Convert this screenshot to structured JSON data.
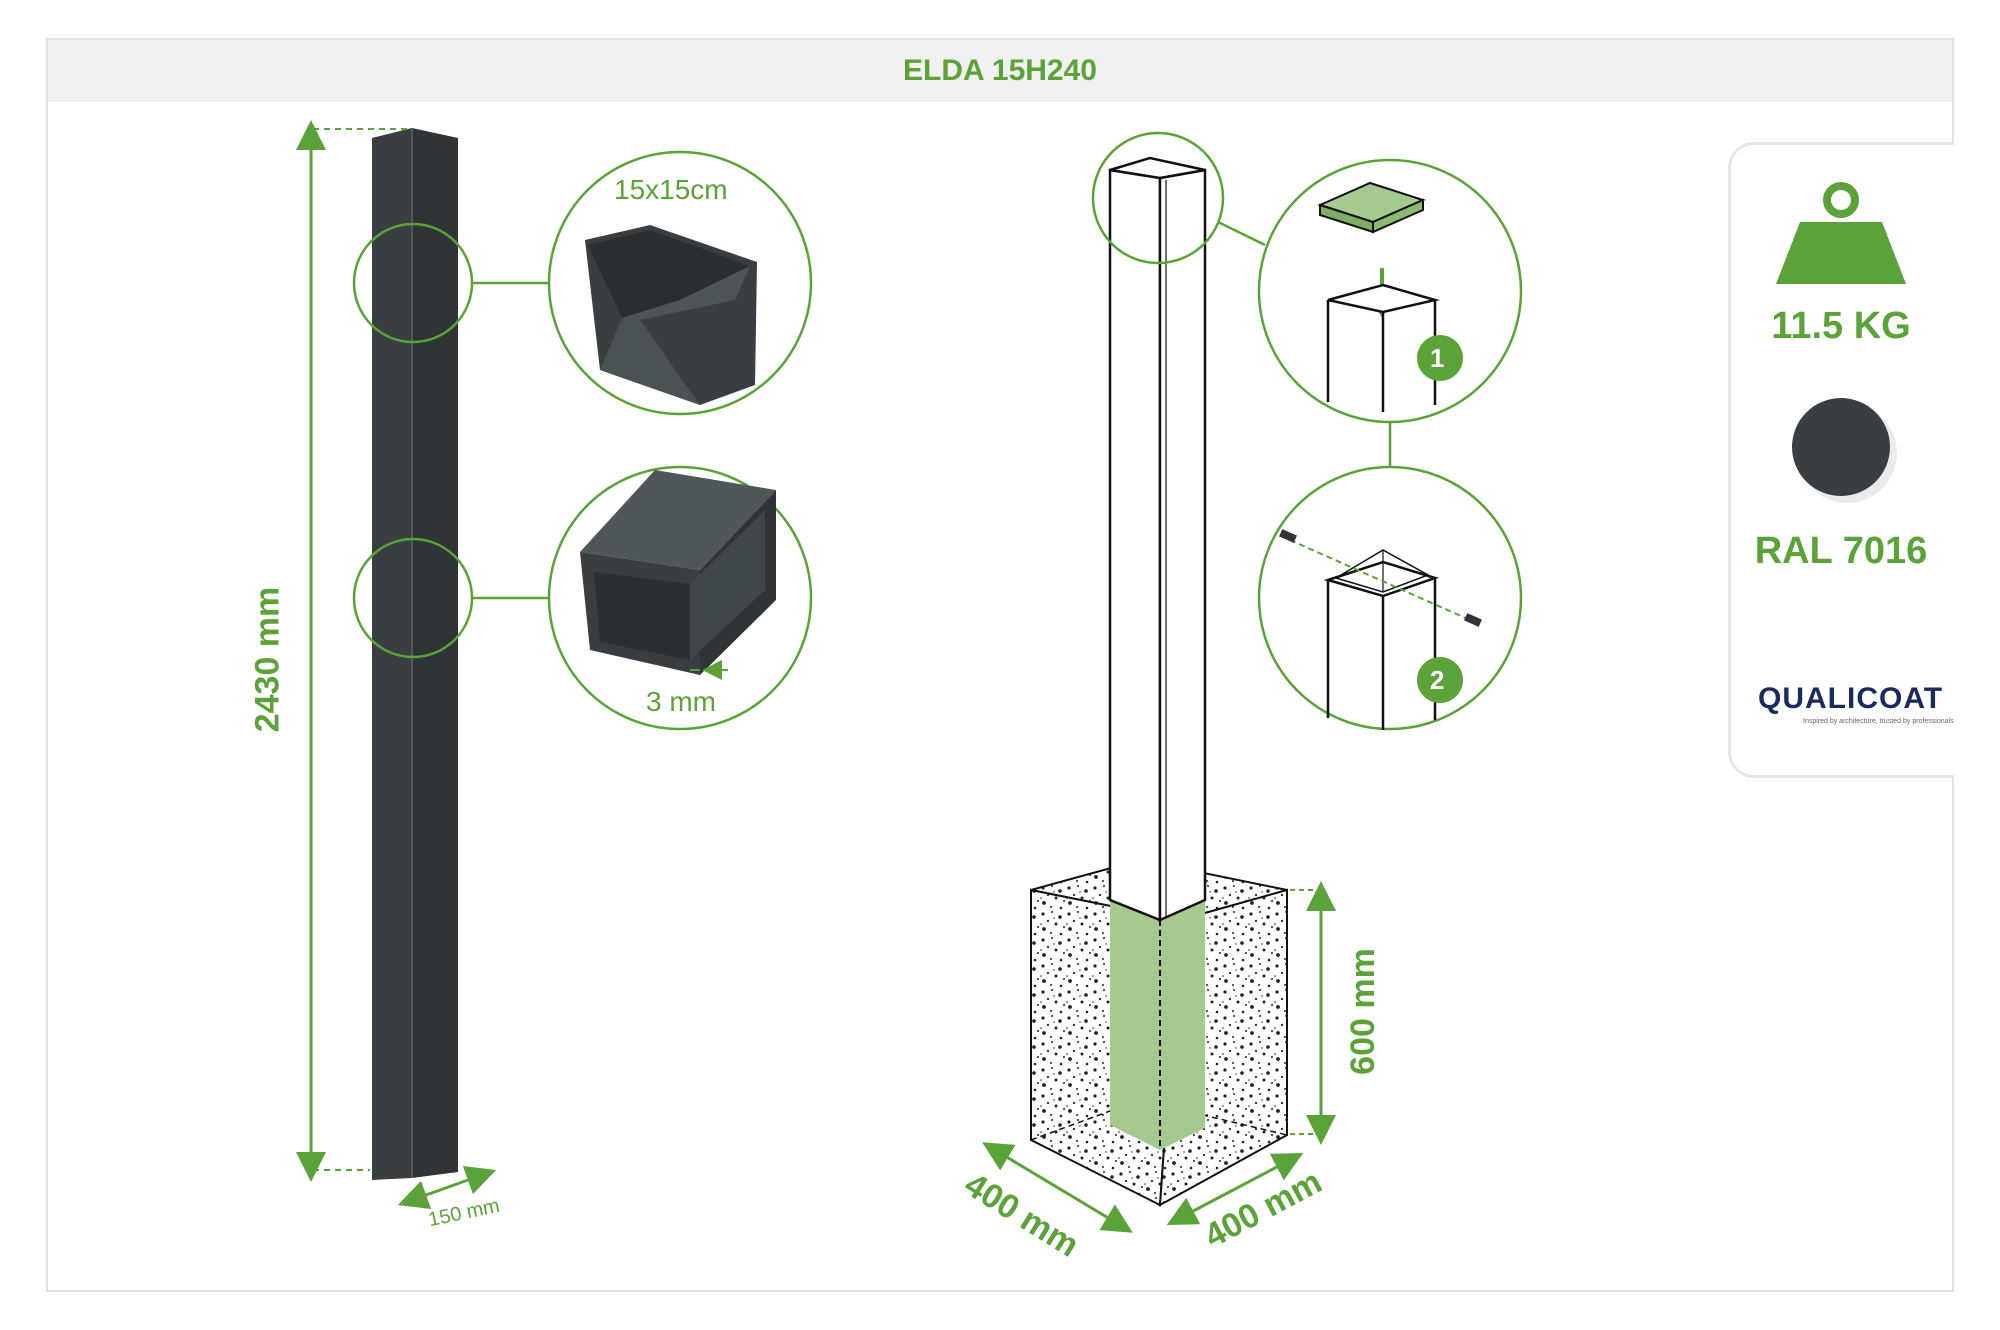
{
  "title": "ELDA 15H240",
  "post": {
    "height_label": "2430 mm",
    "width_label": "150 mm",
    "section_label": "15x15cm",
    "thickness_label": "3 mm"
  },
  "foundation": {
    "depth_label": "600 mm",
    "width_label": "400 mm",
    "length_label": "400 mm"
  },
  "steps": {
    "step1": "1",
    "step2": "2"
  },
  "specs": {
    "weight": "11.5 KG",
    "color_name": "RAL 7016",
    "color_hex": "#383e42",
    "certification": "QUALICOAT",
    "certification_tagline": "Inspired by architecture, trusted by professionals",
    "weight_icon": "weight-icon"
  },
  "colors": {
    "accent": "#5ba238",
    "post": "#383e42",
    "concrete_highlight": "#a5c98f"
  }
}
